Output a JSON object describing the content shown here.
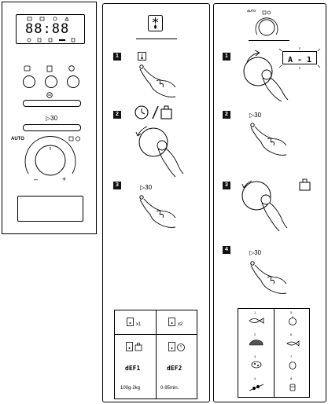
{
  "control_panel": {
    "display_digits": "88:88",
    "auto_label": "AUTO",
    "minus_label": "–",
    "plus_label": "+",
    "start_button_label": "▷30"
  },
  "defrost_panel": {
    "steps": [
      "1",
      "2",
      "3"
    ],
    "step3_label": "▷30",
    "table": {
      "x1_label": "x1",
      "x2_label": "x2",
      "mode1": "dEF1",
      "mode2": "dEF2",
      "range1": "100g-2kg",
      "range2": "0-95min."
    }
  },
  "auto_panel": {
    "auto_label": "AUTO",
    "steps": [
      "1",
      "2",
      "3",
      "4"
    ],
    "program_display": "A - 1",
    "step2_label": "▷30",
    "step4_label": "▷30",
    "food_numbers": [
      "1",
      "2",
      "3",
      "4",
      "5",
      "6",
      "7",
      "8"
    ]
  },
  "icons": {
    "defrost": "snowflake-drop-icon",
    "clock": "clock-icon",
    "weight": "weight-icon",
    "start": "start-play-icon",
    "hand": "pressing-hand-icon",
    "dial": "rotary-dial-icon"
  }
}
